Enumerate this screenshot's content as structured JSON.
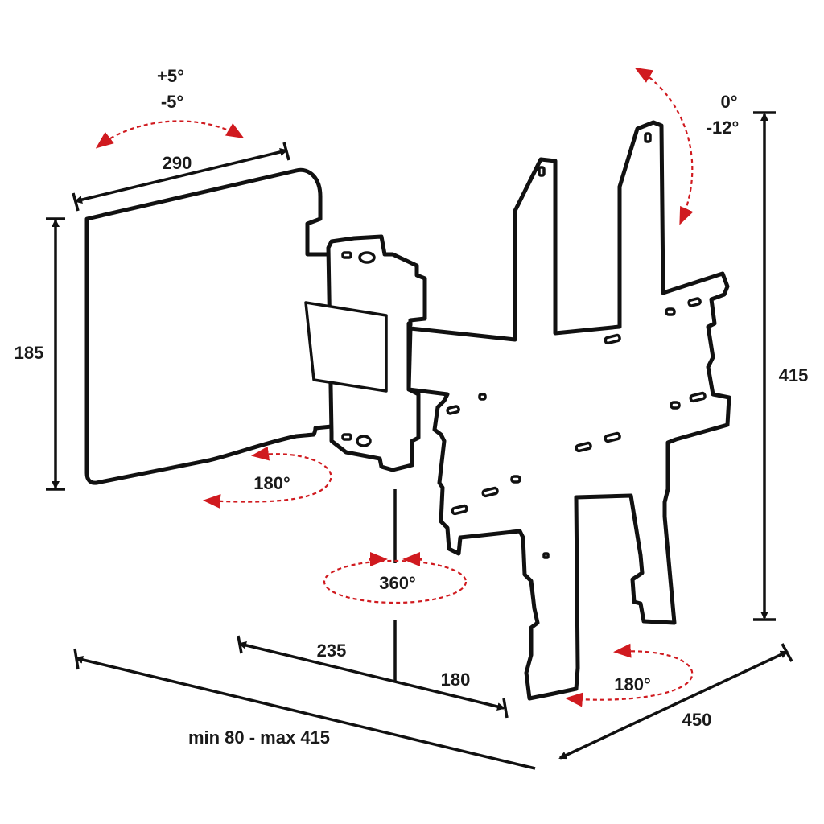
{
  "accent_color": "#d01a1f",
  "line_color": "#111111",
  "dimensions": {
    "plate_width": "290",
    "plate_height": "185",
    "bracket_height": "415",
    "bracket_width": "450",
    "arm_front": "235",
    "arm_rear": "180",
    "extension": "min 80 - max 415"
  },
  "rotations": {
    "tilt_horizontal_plus": "+5°",
    "tilt_horizontal_minus": "-5°",
    "tilt_vertical_plus": "0°",
    "tilt_vertical_minus": "-12°",
    "swivel_wall": "180°",
    "swivel_center": "360°",
    "swivel_bracket": "180°"
  }
}
